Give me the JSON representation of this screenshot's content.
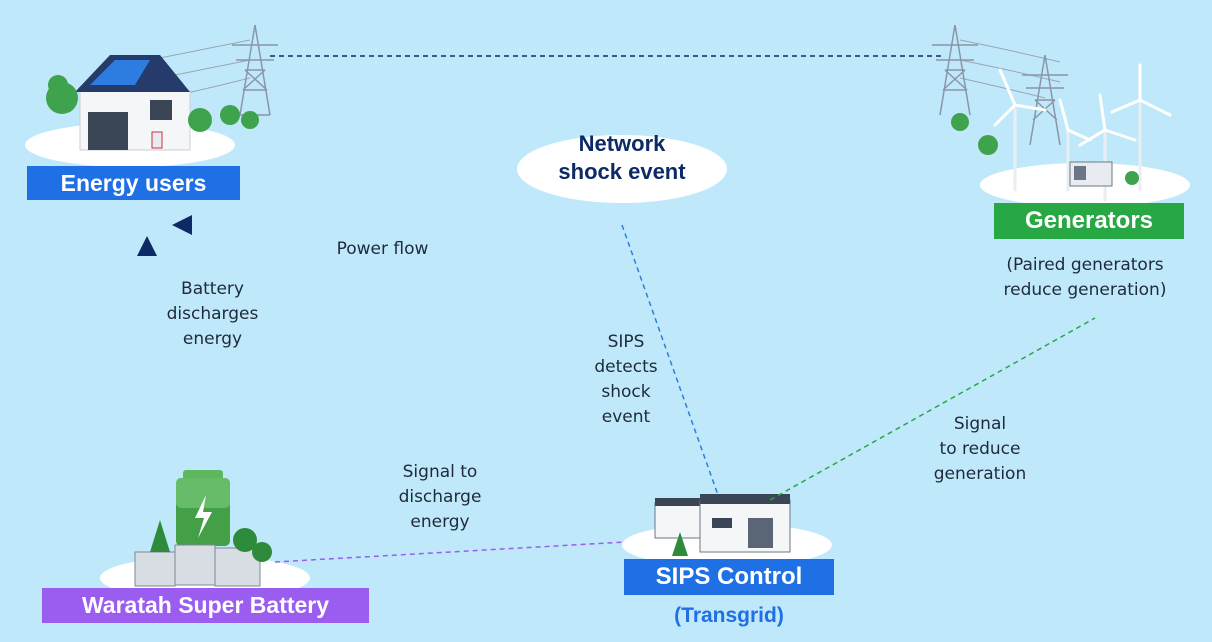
{
  "colors": {
    "background": "#bfe9fa",
    "energy_users": "#1f6fe5",
    "generators": "#27a844",
    "battery": "#9b5cf0",
    "sips": "#1f6fe5",
    "transgrid": "#1f6fe5",
    "cloud_text": "#0d2a66"
  },
  "nodes": {
    "energy_users": {
      "label": "Energy users"
    },
    "generators": {
      "label": "Generators",
      "note": "(Paired generators\nreduce generation)"
    },
    "battery": {
      "label": "Waratah Super Battery"
    },
    "sips": {
      "label": "SIPS Control",
      "sublabel": "(Transgrid)"
    }
  },
  "event": {
    "label": "Network\nshock event"
  },
  "edges": {
    "power_flow": "Power flow",
    "battery_discharges": "Battery\ndischarges\nenergy",
    "sips_detects": "SIPS\ndetects\nshock\nevent",
    "signal_discharge": "Signal to\ndischarge\nenergy",
    "signal_reduce": "Signal\nto reduce\ngeneration"
  },
  "icons": [
    "house-icon",
    "transmission-tower-icon",
    "wind-turbine-icon",
    "battery-icon",
    "control-building-icon",
    "tree-icon"
  ]
}
